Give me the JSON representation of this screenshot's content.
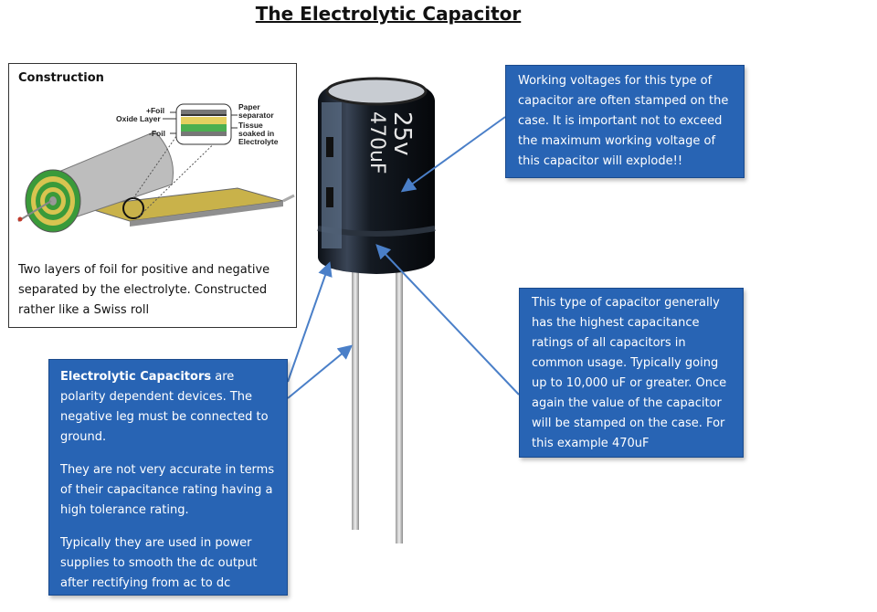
{
  "title": "The Electrolytic Capacitor",
  "construction": {
    "heading": "Construction",
    "labels": {
      "plus_foil": "+Foil",
      "oxide_layer": "Oxide Layer",
      "minus_foil": "-Foil",
      "paper_separator": [
        "Paper",
        "separator"
      ],
      "tissue": [
        "Tissue",
        "soaked in",
        "Electrolyte"
      ]
    },
    "caption": "Two layers of foil for positive and negative separated by the electrolyte. Constructed rather like a Swiss roll"
  },
  "capacitor_marking": {
    "voltage": "25v",
    "capacitance": "470uF"
  },
  "callouts": {
    "voltage_text": "Working voltages for this type of capacitor are often stamped on the case. It is important not to exceed the maximum working voltage of this capacitor will explode!!",
    "capacitance_text": "This type of capacitor generally has the highest capacitance ratings of all capacitors in common usage. Typically going up to 10,000 uF or greater.  Once again the value of the capacitor will be stamped on the case. For this example 470uF",
    "polarity_bold": "Electrolytic Capacitors",
    "polarity_rest": " are polarity dependent devices. The negative leg must be connected to ground.",
    "accuracy_text": "They are not very accurate in terms of their capacitance rating having a high tolerance rating.",
    "usage_text": "Typically they are used in power supplies to smooth the dc output after rectifying from ac to dc"
  },
  "colors": {
    "callout_bg": "#2864b4",
    "capacitor_body": "#141a22",
    "arrow": "#4a7fc8"
  }
}
